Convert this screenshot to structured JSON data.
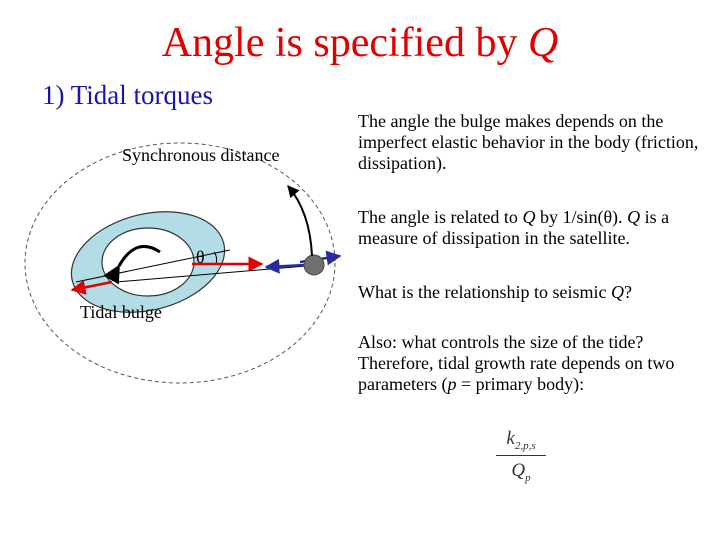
{
  "title": {
    "text": "Angle is specified by ",
    "emph": "Q"
  },
  "subtitle": "1) Tidal torques",
  "diagram": {
    "synchronous_label": "Synchronous distance",
    "tidal_bulge_label": "Tidal bulge",
    "theta_symbol": "θ",
    "colors": {
      "bulge_fill": "#b3dde6",
      "arrow_red": "#e00000",
      "arrow_blue": "#2a2aa0",
      "satellite": "#707070"
    }
  },
  "paragraphs": {
    "p1": "The angle the bulge makes depends on the imperfect elastic behavior in the body (friction, dissipation).",
    "p2_a": "The angle is related to ",
    "p2_q1": "Q",
    "p2_b": " by 1/sin(θ).  ",
    "p2_q2": "Q",
    "p2_c": " is a measure of dissipation in the satellite.",
    "p3_a": "What is the relationship to seismic ",
    "p3_q": "Q",
    "p3_b": "?",
    "p4_a": "Also: what controls the size of the tide? Therefore, tidal growth rate depends on two parameters (",
    "p4_p": "p",
    "p4_b": " = primary body):"
  },
  "formula": {
    "num_main": "k",
    "num_sub": "2,p,s",
    "den_main": "Q",
    "den_sub": "p"
  }
}
